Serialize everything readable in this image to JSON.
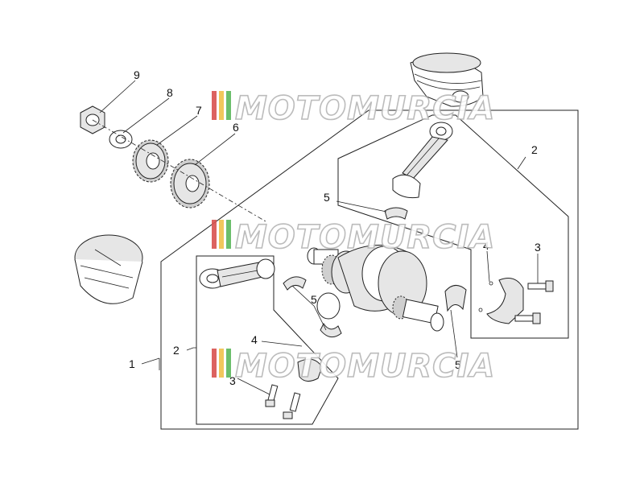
{
  "watermark": {
    "text": "MOTOMURCIA",
    "stripe_colors": [
      "#d9534f",
      "#f0c24b",
      "#5cb85c"
    ]
  },
  "callouts": {
    "nut": "9",
    "washer": "8",
    "gear_small": "7",
    "gear_large": "6",
    "conrod_upper": "2",
    "conrod_lower": "2",
    "assembly": "1",
    "bearing_upper_left": "5",
    "bearing_lower_left": "5",
    "bearing_right": "5",
    "pin_upper": "4",
    "pin_lower": "4",
    "bolt_upper": "3",
    "bolt_lower": "3"
  }
}
